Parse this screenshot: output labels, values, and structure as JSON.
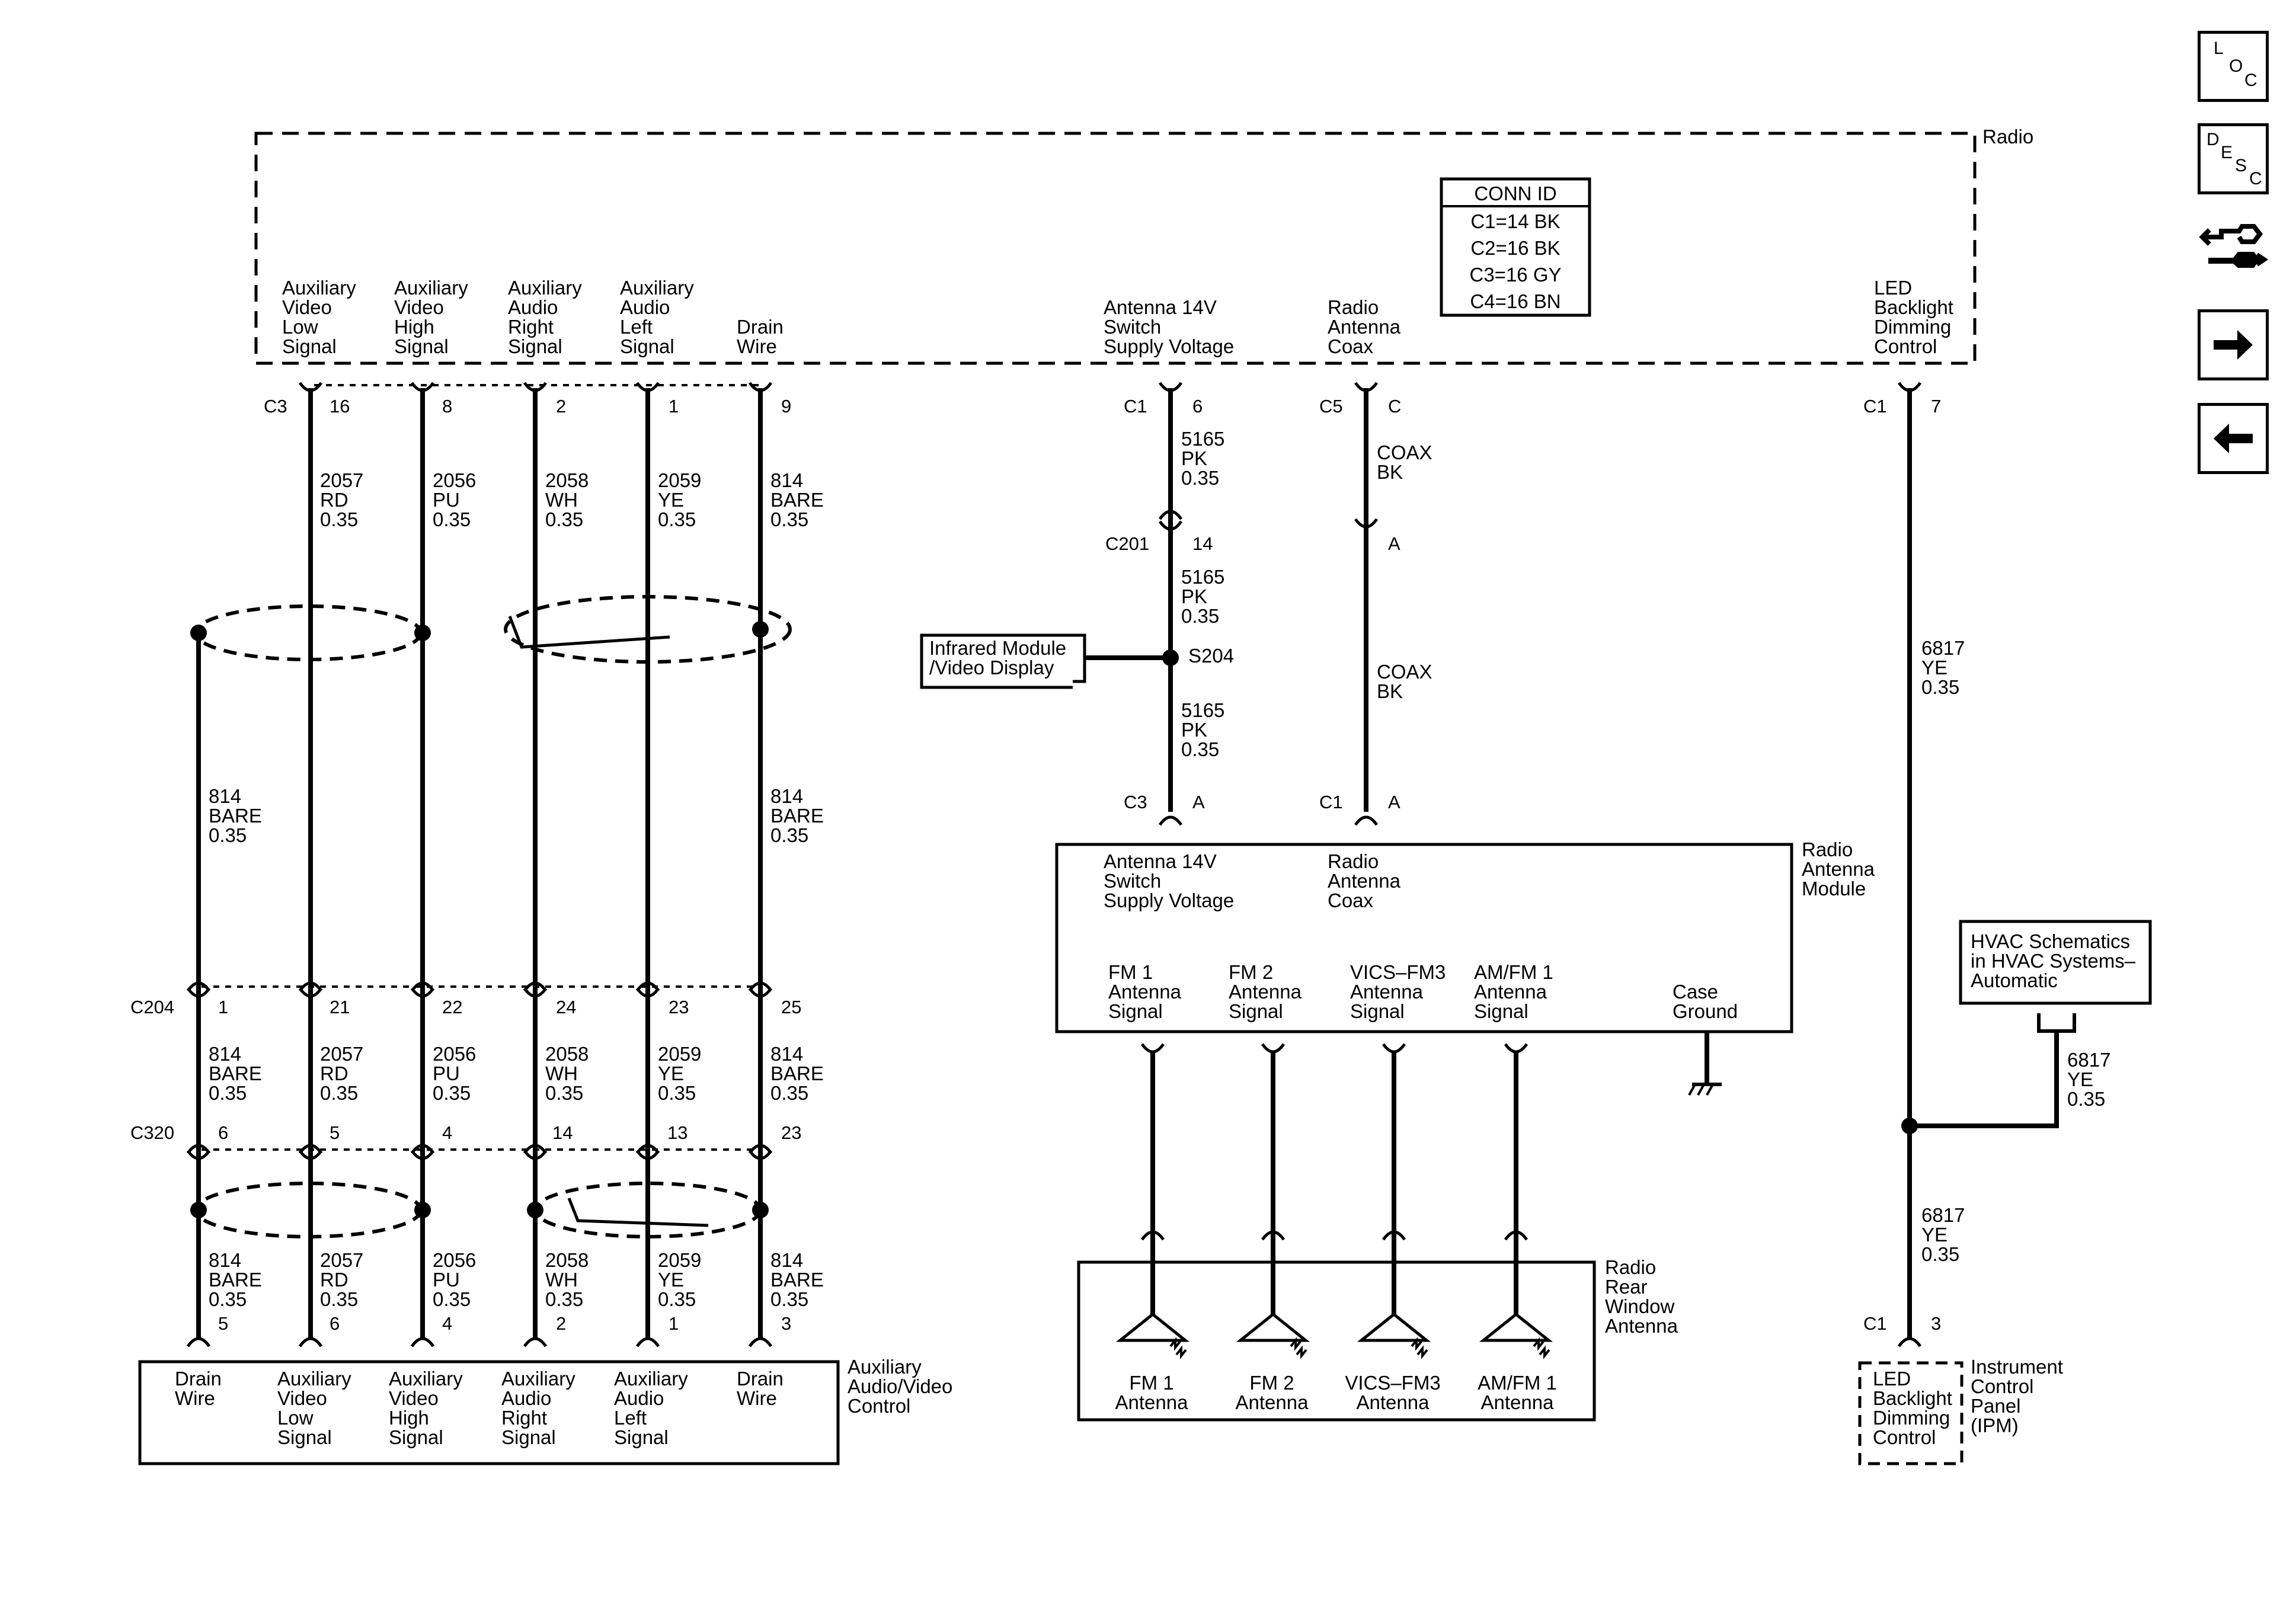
{
  "radio": {
    "title": "Radio",
    "conn_id": {
      "title": "CONN ID",
      "rows": [
        "C1=14 BK",
        "C2=16 BK",
        "C3=16 GY",
        "C4=16 BN"
      ]
    },
    "pins": [
      [
        "Auxiliary",
        "Video",
        "Low",
        "Signal"
      ],
      [
        "Auxiliary",
        "Video",
        "High",
        "Signal"
      ],
      [
        "Auxiliary",
        "Audio",
        "Right",
        "Signal"
      ],
      [
        "Auxiliary",
        "Audio",
        "Left",
        "Signal"
      ],
      [
        "Drain",
        "Wire"
      ],
      [
        "Antenna 14V",
        "Switch",
        "Supply Voltage"
      ],
      [
        "Radio",
        "Antenna",
        "Coax"
      ],
      [
        "LED",
        "Backlight",
        "Dimming",
        "Control"
      ]
    ]
  },
  "connectors": {
    "c3_radio": {
      "name": "C3",
      "pins": [
        "16",
        "8",
        "2",
        "1",
        "9"
      ]
    },
    "c1_supply": {
      "name": "C1",
      "pin": "6"
    },
    "c5_coax": {
      "name": "C5",
      "pin": "C"
    },
    "c1_led": {
      "name": "C1",
      "pin": "7"
    },
    "c201": {
      "name": "C201",
      "pin": "14"
    },
    "coax_a": {
      "pin": "A"
    },
    "c3_module": {
      "name": "C3",
      "pin": "A"
    },
    "c1_module": {
      "name": "C1",
      "pin": "A"
    },
    "c204": {
      "name": "C204",
      "pins": [
        "1",
        "21",
        "22",
        "24",
        "23",
        "25"
      ]
    },
    "c320": {
      "name": "C320",
      "pins": [
        "6",
        "5",
        "4",
        "14",
        "13",
        "23"
      ]
    },
    "aux_pins": [
      "5",
      "6",
      "4",
      "2",
      "1",
      "3"
    ],
    "c1_ipm": {
      "name": "C1",
      "pin": "3"
    }
  },
  "wires": {
    "upper": [
      [
        "2057",
        "RD",
        "0.35"
      ],
      [
        "2056",
        "PU",
        "0.35"
      ],
      [
        "2058",
        "WH",
        "0.35"
      ],
      [
        "2059",
        "YE",
        "0.35"
      ],
      [
        "814",
        "BARE",
        "0.35"
      ]
    ],
    "shield_left": [
      "814",
      "BARE",
      "0.35"
    ],
    "shield_right": [
      "814",
      "BARE",
      "0.35"
    ],
    "mid": [
      [
        "814",
        "BARE",
        "0.35"
      ],
      [
        "2057",
        "RD",
        "0.35"
      ],
      [
        "2056",
        "PU",
        "0.35"
      ],
      [
        "2058",
        "WH",
        "0.35"
      ],
      [
        "2059",
        "YE",
        "0.35"
      ],
      [
        "814",
        "BARE",
        "0.35"
      ]
    ],
    "lower": [
      [
        "814",
        "BARE",
        "0.35"
      ],
      [
        "2057",
        "RD",
        "0.35"
      ],
      [
        "2056",
        "PU",
        "0.35"
      ],
      [
        "2058",
        "WH",
        "0.35"
      ],
      [
        "2059",
        "YE",
        "0.35"
      ],
      [
        "814",
        "BARE",
        "0.35"
      ]
    ],
    "supply_1": [
      "5165",
      "PK",
      "0.35"
    ],
    "supply_2": [
      "5165",
      "PK",
      "0.35"
    ],
    "supply_3": [
      "5165",
      "PK",
      "0.35"
    ],
    "coax_1": [
      "COAX",
      "BK"
    ],
    "coax_2": [
      "COAX",
      "BK"
    ],
    "led_1": [
      "6817",
      "YE",
      "0.35"
    ],
    "led_2": [
      "6817",
      "YE",
      "0.35"
    ],
    "led_3": [
      "6817",
      "YE",
      "0.35"
    ]
  },
  "splice": {
    "name": "S204"
  },
  "infrared": [
    "Infrared Module",
    "/Video Display"
  ],
  "antenna_module": {
    "title": [
      "Radio",
      "Antenna",
      "Module"
    ],
    "inputs": [
      [
        "Antenna 14V",
        "Switch",
        "Supply Voltage"
      ],
      [
        "Radio",
        "Antenna",
        "Coax"
      ]
    ],
    "outputs": [
      [
        "FM 1",
        "Antenna",
        "Signal"
      ],
      [
        "FM 2",
        "Antenna",
        "Signal"
      ],
      [
        "VICS–FM3",
        "Antenna",
        "Signal"
      ],
      [
        "AM/FM 1",
        "Antenna",
        "Signal"
      ]
    ],
    "case_ground": [
      "Case",
      "Ground"
    ]
  },
  "rear_antenna": {
    "title": [
      "Radio",
      "Rear",
      "Window",
      "Antenna"
    ],
    "elements": [
      [
        "FM 1",
        "Antenna"
      ],
      [
        "FM 2",
        "Antenna"
      ],
      [
        "VICS–FM3",
        "Antenna"
      ],
      [
        "AM/FM 1",
        "Antenna"
      ]
    ]
  },
  "aux_control": {
    "title": [
      "Auxiliary",
      "Audio/Video",
      "Control"
    ],
    "pins": [
      [
        "Drain",
        "Wire"
      ],
      [
        "Auxiliary",
        "Video",
        "Low",
        "Signal"
      ],
      [
        "Auxiliary",
        "Video",
        "High",
        "Signal"
      ],
      [
        "Auxiliary",
        "Audio",
        "Right",
        "Signal"
      ],
      [
        "Auxiliary",
        "Audio",
        "Left",
        "Signal"
      ],
      [
        "Drain",
        "Wire"
      ]
    ]
  },
  "hvac": [
    "HVAC Schematics",
    "in HVAC Systems–",
    "Automatic"
  ],
  "ipm": {
    "title": [
      "Instrument",
      "Control",
      "Panel",
      "(IPM)"
    ],
    "pin": [
      "LED",
      "Backlight",
      "Dimming",
      "Control"
    ]
  },
  "nav": {
    "loc": [
      "L",
      "O",
      "C"
    ],
    "desc": [
      "D",
      "E",
      "S",
      "C"
    ],
    "icons": [
      "connector-icon",
      "arrow-right-icon",
      "arrow-left-icon"
    ]
  }
}
